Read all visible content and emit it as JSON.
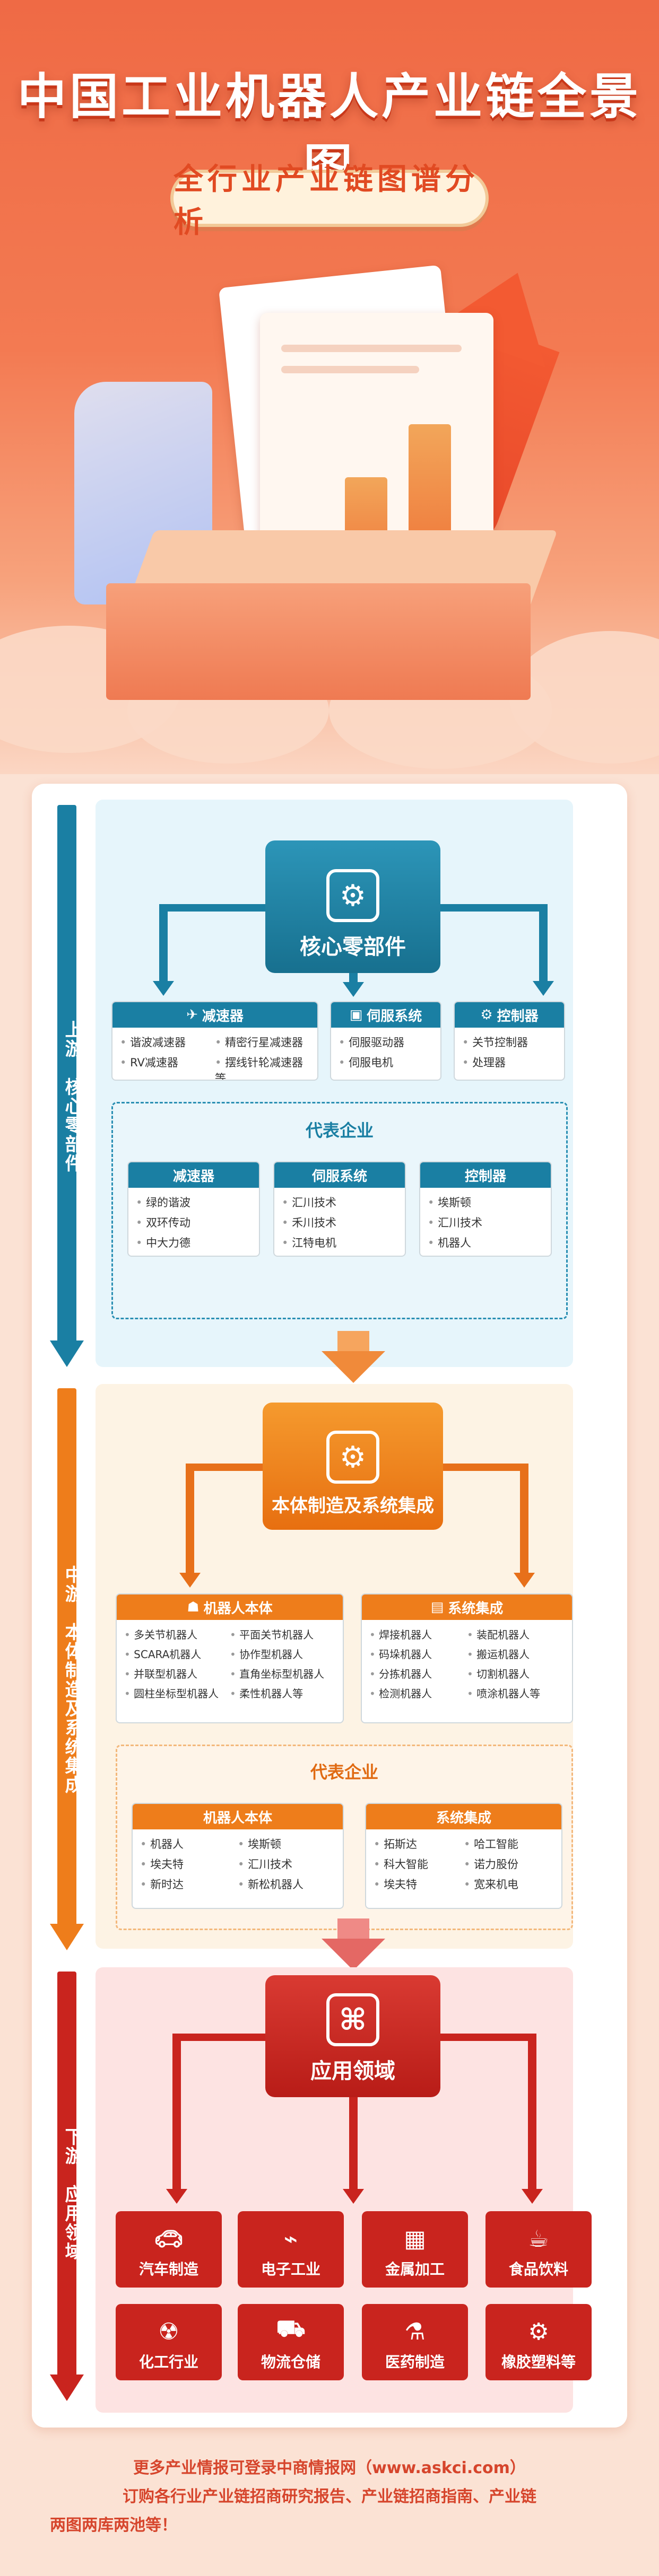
{
  "header": {
    "title": "中国工业机器人产业链全景图",
    "subtitle": "全行业产业链图谱分析"
  },
  "upstream": {
    "side_label": "上游：核心零部件",
    "main_label": "核心零部件",
    "categories": [
      {
        "title": "减速器",
        "items": [
          "谐波减速器",
          "精密行星减速器",
          "RV减速器",
          "摆线针轮减速器等"
        ]
      },
      {
        "title": "伺服系统",
        "items": [
          "伺服驱动器",
          "伺服电机"
        ]
      },
      {
        "title": "控制器",
        "items": [
          "关节控制器",
          "处理器"
        ]
      }
    ],
    "rep_title": "代表企业",
    "rep": [
      {
        "title": "减速器",
        "items": [
          "绿的谐波",
          "双环传动",
          "中大力德"
        ]
      },
      {
        "title": "伺服系统",
        "items": [
          "汇川技术",
          "禾川技术",
          "江特电机"
        ]
      },
      {
        "title": "控制器",
        "items": [
          "埃斯顿",
          "汇川技术",
          "机器人"
        ]
      }
    ]
  },
  "midstream": {
    "side_label": "中游：本体制造及系统集成",
    "main_label": "本体制造及系统集成",
    "categories": [
      {
        "title": "机器人本体",
        "items": [
          "多关节机器人",
          "平面关节机器人",
          "SCARA机器人",
          "协作型机器人",
          "并联型机器人",
          "直角坐标型机器人",
          "圆柱坐标型机器人",
          "柔性机器人等"
        ]
      },
      {
        "title": "系统集成",
        "items": [
          "焊接机器人",
          "装配机器人",
          "码垛机器人",
          "搬运机器人",
          "分拣机器人",
          "切割机器人",
          "检测机器人",
          "喷涂机器人等"
        ]
      }
    ],
    "rep_title": "代表企业",
    "rep": [
      {
        "title": "机器人本体",
        "items": [
          "机器人",
          "埃斯顿",
          "埃夫特",
          "汇川技术",
          "新时达",
          "新松机器人"
        ]
      },
      {
        "title": "系统集成",
        "items": [
          "拓斯达",
          "哈工智能",
          "科大智能",
          "诺力股份",
          "埃夫特",
          "宽来机电"
        ]
      }
    ]
  },
  "downstream": {
    "side_label": "下游：应用领域",
    "main_label": "应用领域",
    "apps": [
      {
        "label": "汽车制造",
        "icon": "car-icon"
      },
      {
        "label": "电子工业",
        "icon": "circuit-icon"
      },
      {
        "label": "金属加工",
        "icon": "metal-icon"
      },
      {
        "label": "食品饮料",
        "icon": "food-icon"
      },
      {
        "label": "化工行业",
        "icon": "chemical-icon"
      },
      {
        "label": "物流仓储",
        "icon": "truck-icon"
      },
      {
        "label": "医药制造",
        "icon": "medicine-icon"
      },
      {
        "label": "橡胶塑料等",
        "icon": "tire-icon"
      }
    ]
  },
  "footer": {
    "line1": "更多产业情报可登录中商情报网（www.askci.com）",
    "line2": "订购各行业产业链招商研究报告、产业链招商指南、产业链",
    "line3": "两图两库两池等！"
  },
  "colors": {
    "up": "#1a7fa3",
    "mid": "#ee7d1b",
    "down": "#c9241e"
  }
}
